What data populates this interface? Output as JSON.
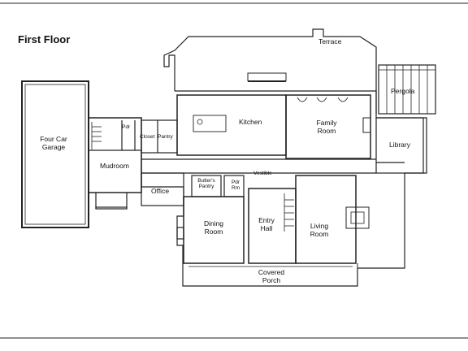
{
  "floor_title": "First Floor",
  "rooms": {
    "terrace": "Terrace",
    "pergola": "Pergola",
    "kitchen": "Kitchen",
    "family_room": "Family Room",
    "four_car_garage": "Four Car Garage",
    "pdr_top": "Pdr",
    "closet": "Closet",
    "pantry": "Pantry",
    "mudroom": "Mudroom",
    "library": "Library",
    "vestible": "Vestible",
    "office": "Office",
    "butlers_pantry": "Butler's Pantry",
    "pdr_rm": "Pdr Rm",
    "dining_room": "Dining Room",
    "entry_hall": "Entry Hall",
    "living_room": "Living Room",
    "covered_porch": "Covered Porch"
  }
}
